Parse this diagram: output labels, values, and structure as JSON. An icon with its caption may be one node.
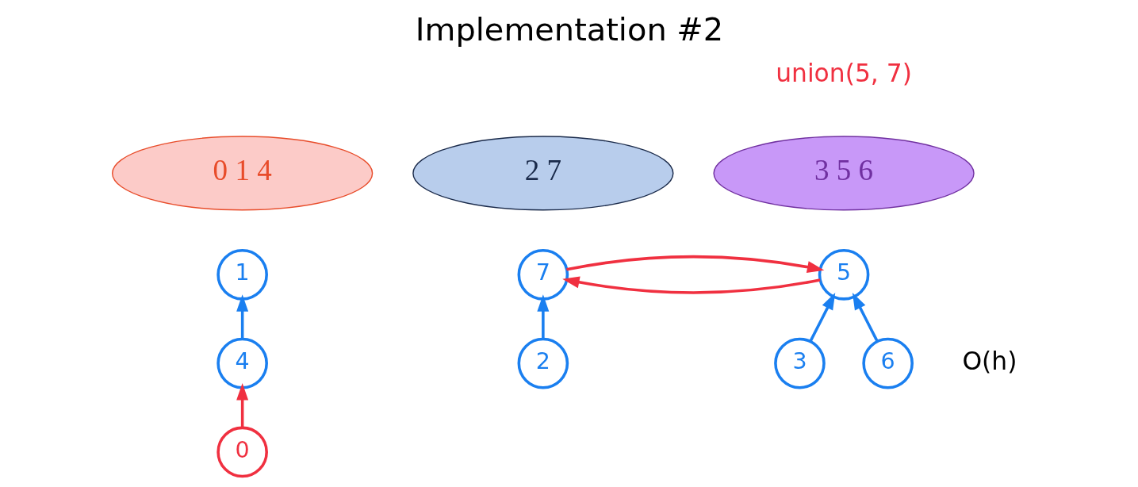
{
  "diagram": {
    "title": "Implementation #2",
    "nodes": [
      {
        "text": [
          "0 1 4"
        ]
      },
      {
        "text": [
          "2 7"
        ]
      },
      {
        "text": [
          "3 5 6"
        ]
      },
      {
        "text": [
          "1"
        ]
      },
      {
        "text": [
          "4"
        ]
      },
      {
        "text": [
          "0"
        ]
      },
      {
        "text": [
          "7"
        ]
      },
      {
        "text": [
          "2"
        ]
      },
      {
        "text": [
          "5"
        ]
      },
      {
        "text": [
          "3"
        ]
      },
      {
        "text": [
          "6"
        ]
      }
    ],
    "edges": [
      {
        "from": 4,
        "to": 3,
        "arrow": "to"
      },
      {
        "from": 5,
        "to": 4,
        "arrow": "to",
        "color": "#f03040"
      },
      {
        "from": 7,
        "to": 6,
        "arrow": "to"
      },
      {
        "from": 6,
        "to": 8,
        "arrow": "to",
        "color": "#f03040"
      },
      {
        "from": 8,
        "to": 6,
        "arrow": "to",
        "color": "#f03040"
      },
      {
        "from": 9,
        "to": 8,
        "arrow": "to"
      },
      {
        "from": 10,
        "to": 8,
        "arrow": "to"
      }
    ],
    "labels": [
      "union(5, 7)",
      "O(h)"
    ]
  }
}
